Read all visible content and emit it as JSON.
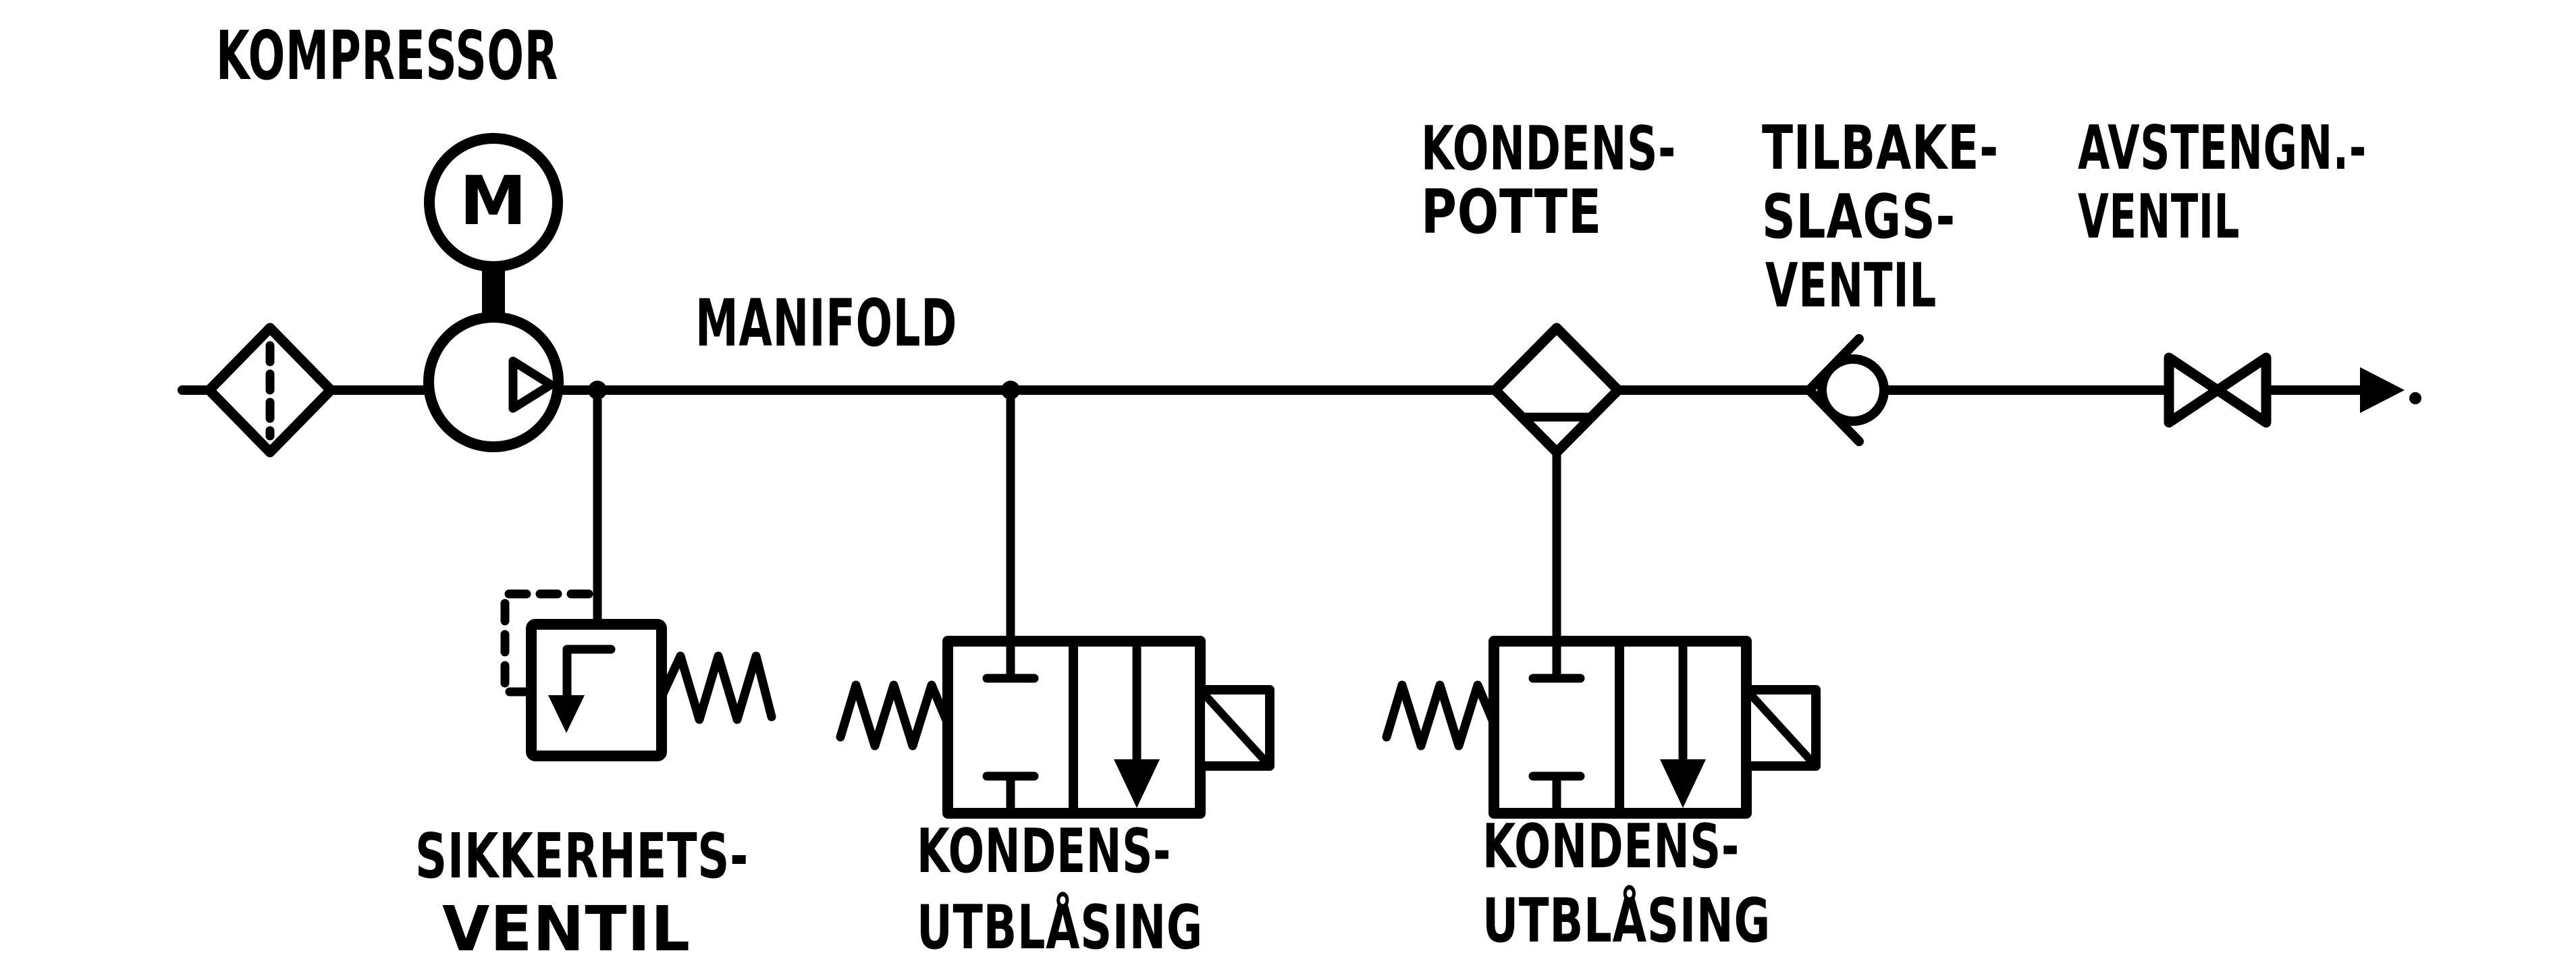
{
  "diagram": {
    "paper_color": "#ffffff",
    "ink_color": "#000000",
    "labels": {
      "kompressor": "KOMPRESSOR",
      "motor_letter": "M",
      "manifold": "MANIFOLD",
      "kondenspotte_line1": "KONDENS-",
      "kondenspotte_line2": "POTTE",
      "tilbakeslagsventil_line1": "TILBAKE-",
      "tilbakeslagsventil_line2": "SLAGS-",
      "tilbakeslagsventil_line3": "VENTIL",
      "avstengningsventil_line1": "AVSTENGN.-",
      "avstengningsventil_line2": "VENTIL",
      "sikkerhetsventil_line1": "SIKKERHETS-",
      "sikkerhetsventil_line2": "VENTIL",
      "kondensutblasing_left_line1": "KONDENS-",
      "kondensutblasing_left_line2": "UTBLÅSING",
      "kondensutblasing_right_line1": "KONDENS-",
      "kondensutblasing_right_line2": "UTBLÅSING"
    },
    "symbols": {
      "intake_filter": "diamond-with-dashed-centerline",
      "motor": "circle-with-M",
      "compressor": "circle-with-right-triangle",
      "safety_valve": "box-with-relief-arrow-spring-and-dashed-pilot-line",
      "condensate_blowoff_valve": "2-2-way-valve-with-spring-and-solenoid",
      "condensate_pot": "diamond-with-bottom-chord-and-drain",
      "check_valve": "ball-in-v-seat",
      "shutoff_valve": "bowtie",
      "flow_arrow": "solid-right-arrowhead-with-dot"
    }
  }
}
